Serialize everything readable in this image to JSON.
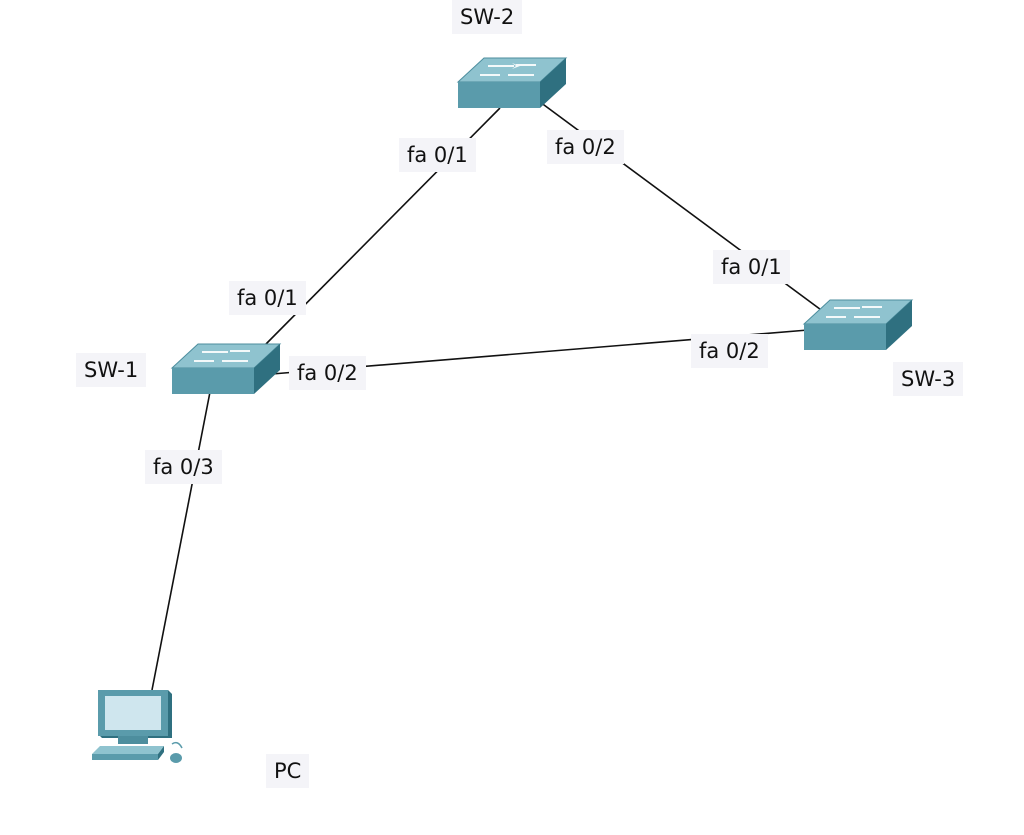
{
  "devices": {
    "sw2": {
      "name": "SW-2",
      "icon": "switch-icon"
    },
    "sw1": {
      "name": "SW-1",
      "icon": "switch-icon"
    },
    "sw3": {
      "name": "SW-3",
      "icon": "switch-icon"
    },
    "pc": {
      "name": "PC",
      "icon": "pc-icon"
    }
  },
  "links": [
    {
      "from": "sw2",
      "from_port": "fa 0/1",
      "to": "sw1",
      "to_port": "fa 0/1"
    },
    {
      "from": "sw2",
      "from_port": "fa 0/2",
      "to": "sw3",
      "to_port": "fa 0/1"
    },
    {
      "from": "sw1",
      "from_port": "fa 0/2",
      "to": "sw3",
      "to_port": "fa 0/2"
    },
    {
      "from": "sw1",
      "from_port": "fa 0/3",
      "to": "pc",
      "to_port": ""
    }
  ],
  "colors": {
    "switch_top": "#8fc3cf",
    "switch_front": "#5a9bab",
    "switch_side": "#2f7080",
    "link": "#111111",
    "label_bg": "#f4f4f8"
  }
}
